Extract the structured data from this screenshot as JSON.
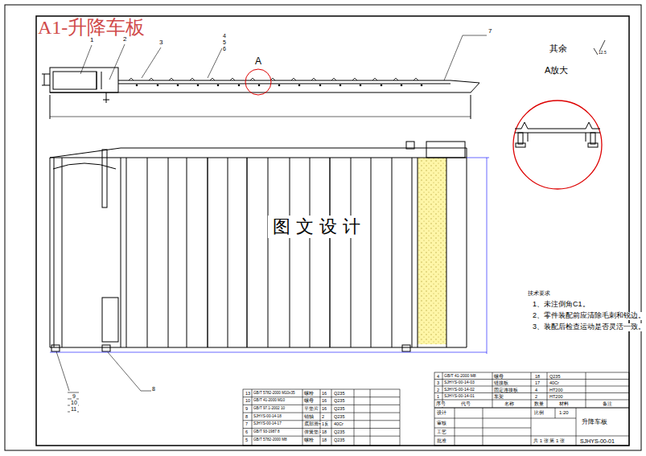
{
  "diagram": {
    "title": "A1-升降车板",
    "labels": [
      "1",
      "2",
      "3",
      "4",
      "5",
      "6",
      "7",
      "A",
      "其余",
      "12.5",
      "A放大",
      "图 文 设 计",
      "9",
      "10",
      "11",
      "8",
      "技术要求",
      "1、未注倒角C1。",
      "2、零件装配前应清除毛刺和锐边。",
      "3、装配后检查运动是否灵活一致。",
      "13",
      "GB/T 5782-2000 M10x35",
      "螺栓",
      "16",
      "Q235",
      "10",
      "GB/T 41-2000 M10",
      "螺母",
      "16",
      "Q235",
      "9",
      "GB/T 97.1-2002 10",
      "平垫片",
      "16",
      "Q235",
      "8",
      "SJHYS-00-14-18",
      "销轴",
      "2",
      "Q235",
      "7",
      "SJHYS-00-14-17",
      "底部滑动板",
      "1",
      "40Cr",
      "6",
      "GB/T 93-1987 8",
      "弹簧垫片",
      "18",
      "Q235",
      "5",
      "GB/T 5782-2000 M8",
      "螺栓",
      "18",
      "Q235",
      "4",
      "GB/T 41-2000 M8",
      "螺母",
      "18",
      "Q235",
      "3",
      "SJHYS-00-14-03",
      "链接板",
      "17",
      "40Cr",
      "2",
      "SJHYS-00-14-02",
      "固定连接板",
      "4",
      "HT200",
      "1",
      "SJHYS-00-14-01",
      "车架",
      "2",
      "HT200",
      "序号",
      "代号",
      "名称",
      "数量",
      "材料",
      "备注",
      "设计",
      "审核",
      "工艺",
      "批准",
      "比例",
      "1:20",
      "升降车板",
      "共 1 张 第 1 张",
      "SJHYS-00-01"
    ]
  }
}
